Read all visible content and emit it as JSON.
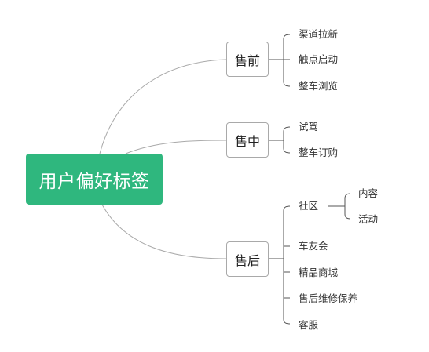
{
  "root": {
    "label": "用户偏好标签"
  },
  "stages": [
    {
      "label": "售前",
      "items": [
        {
          "label": "渠道拉新"
        },
        {
          "label": "触点启动"
        },
        {
          "label": "整车浏览"
        }
      ]
    },
    {
      "label": "售中",
      "items": [
        {
          "label": "试驾"
        },
        {
          "label": "整车订购"
        }
      ]
    },
    {
      "label": "售后",
      "items": [
        {
          "label": "社区",
          "children": [
            {
              "label": "内容"
            },
            {
              "label": "活动"
            }
          ]
        },
        {
          "label": "车友会"
        },
        {
          "label": "精品商城"
        },
        {
          "label": "售后维修保养"
        },
        {
          "label": "客服"
        }
      ]
    }
  ],
  "colors": {
    "root_fill": "#2fb77e",
    "connector": "#a9a9a9",
    "node_border": "#a9a9a9"
  }
}
